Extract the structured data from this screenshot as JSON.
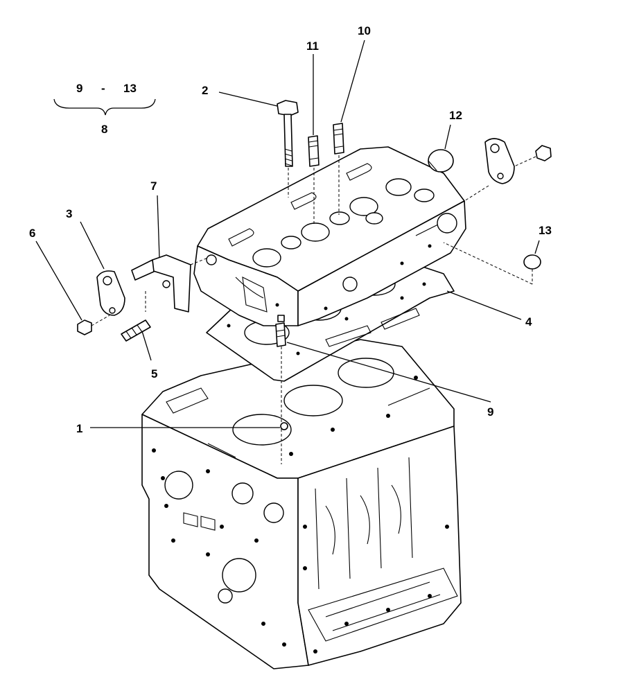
{
  "group_label": {
    "range_start": "9",
    "dash": "-",
    "range_end": "13",
    "total": "8"
  },
  "callouts": [
    "1",
    "2",
    "3",
    "4",
    "5",
    "6",
    "7",
    "9",
    "10",
    "11",
    "12",
    "13"
  ]
}
